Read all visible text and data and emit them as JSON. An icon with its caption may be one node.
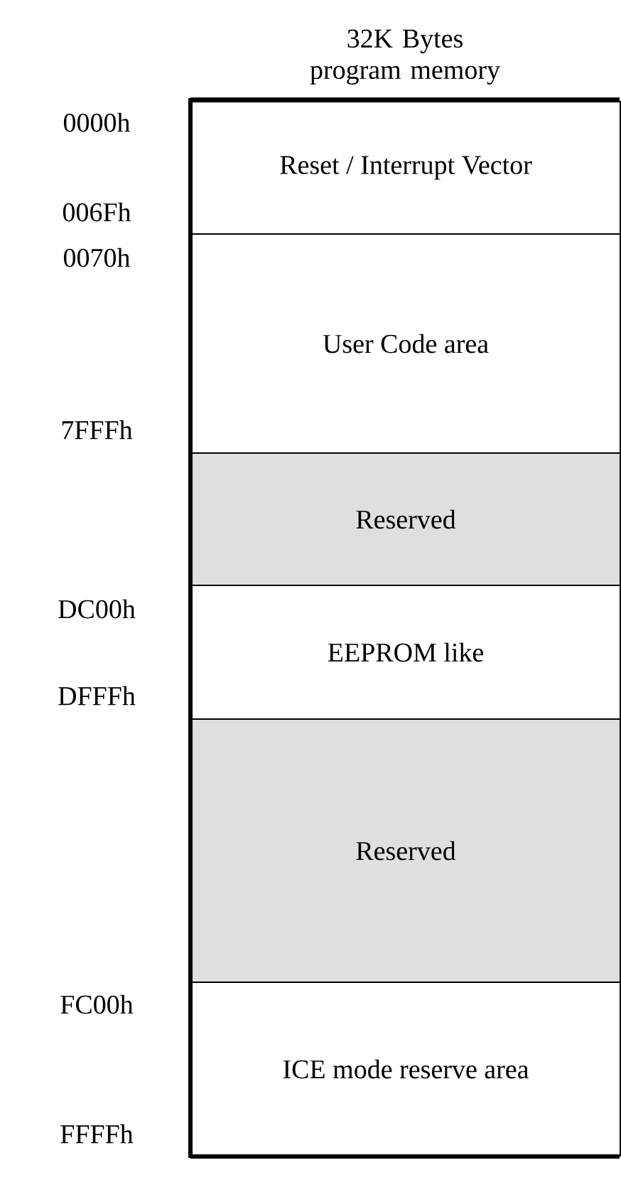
{
  "diagram": {
    "title": "32K Bytes program memory",
    "nodes": [
      {
        "text": [
          "Reset / Interrupt Vector"
        ]
      },
      {
        "text": [
          "User Code area"
        ]
      },
      {
        "text": [
          "Reserved"
        ]
      },
      {
        "text": [
          "EEPROM like"
        ]
      },
      {
        "text": [
          "Reserved"
        ]
      },
      {
        "text": [
          "ICE mode reserve area"
        ]
      }
    ],
    "labels": [
      "0000h",
      "006Fh",
      "0070h",
      "7FFFh",
      "DC00h",
      "DFFFh",
      "FC00h",
      "FFFFh"
    ]
  }
}
